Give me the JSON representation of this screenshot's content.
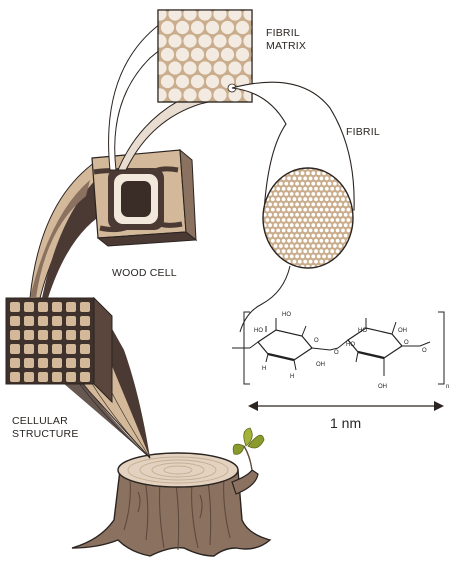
{
  "labels": {
    "fibril_matrix_line1": "FIBRIL",
    "fibril_matrix_line2": "MATRIX",
    "fibril": "FIBRIL",
    "wood_cell": "WOOD CELL",
    "cellular_line1": "CELLULAR",
    "cellular_line2": "STRUCTURE",
    "scale": "1 nm"
  },
  "molecule": {
    "atoms": [
      "HO",
      "HO",
      "H",
      "H",
      "OH",
      "O",
      "O",
      "HO",
      "HO",
      "OH",
      "O",
      "O",
      "OH"
    ],
    "subscript": "n"
  },
  "colors": {
    "bark_dark": "#4b3a33",
    "wood_light": "#d3b99a",
    "wood_tan": "#c9ad8c",
    "stump_body": "#8b7160",
    "stump_top": "#e3d2bf",
    "leaf": "#8a9a2c",
    "outline": "#2b2420"
  }
}
